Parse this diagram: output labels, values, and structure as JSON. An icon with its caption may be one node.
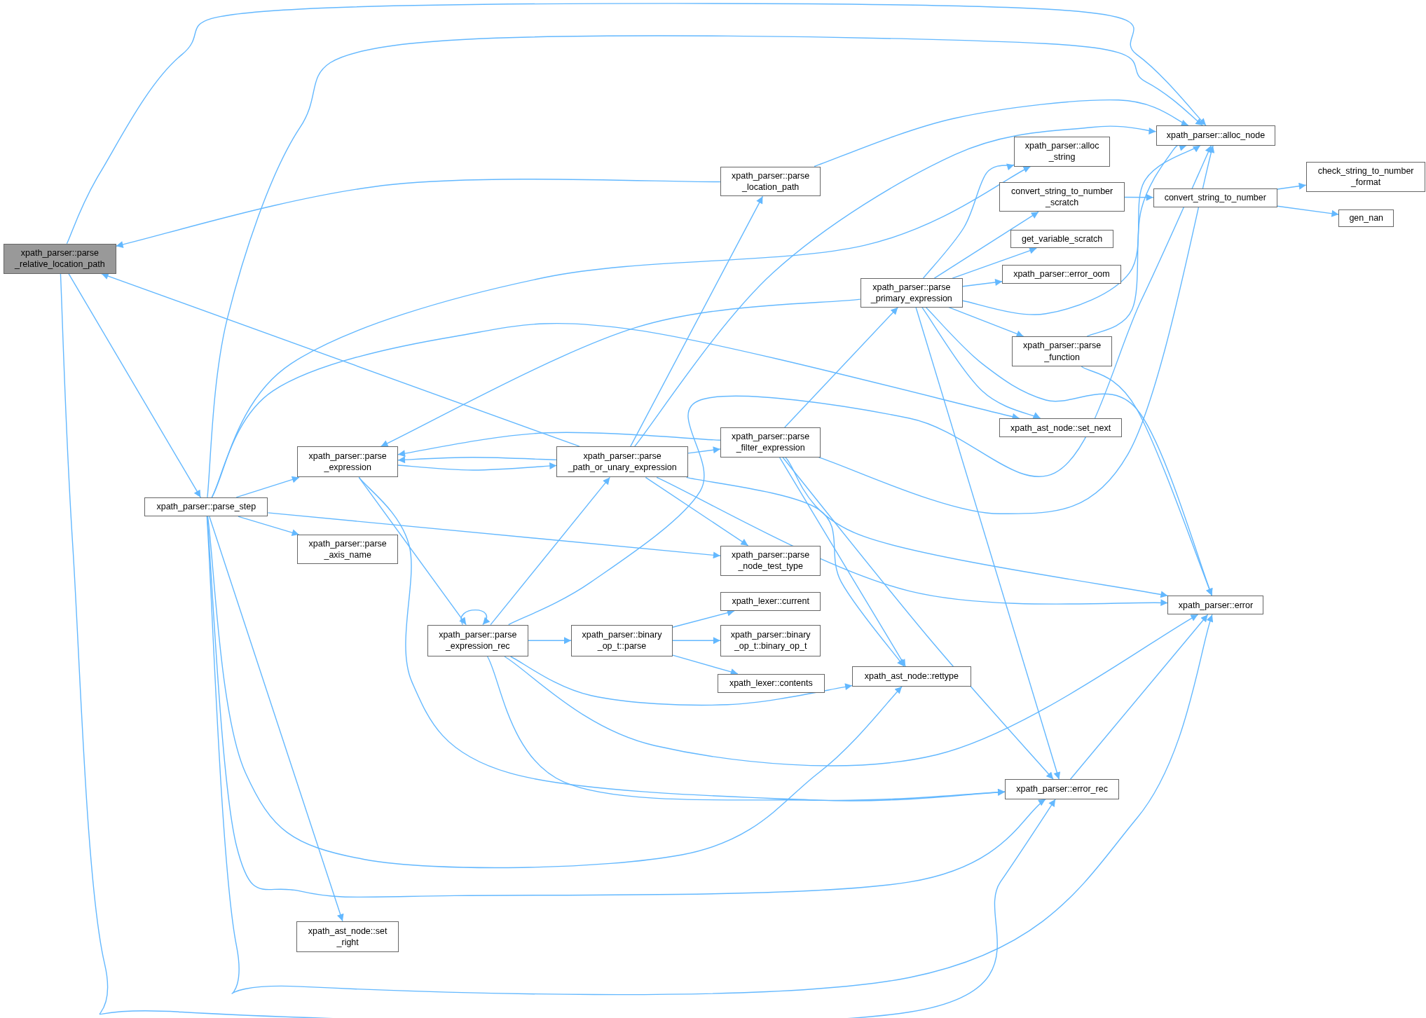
{
  "diagram": {
    "nodes": [
      {
        "text": [
          "xpath_parser::parse _relative_location_path"
        ]
      },
      {
        "text": [
          "xpath_parser::parse_step"
        ]
      },
      {
        "text": [
          "xpath_parser::parse _location_path"
        ]
      },
      {
        "text": [
          "xpath_parser::alloc_node"
        ]
      },
      {
        "text": [
          "xpath_parser::alloc _string"
        ]
      },
      {
        "text": [
          "convert_string_to_number _scratch"
        ]
      },
      {
        "text": [
          "convert_string_to_number"
        ]
      },
      {
        "text": [
          "check_string_to_number _format"
        ]
      },
      {
        "text": [
          "gen_nan"
        ]
      },
      {
        "text": [
          "get_variable_scratch"
        ]
      },
      {
        "text": [
          "xpath_parser::error_oom"
        ]
      },
      {
        "text": [
          "xpath_parser::parse _primary_expression"
        ]
      },
      {
        "text": [
          "xpath_parser::parse _function"
        ]
      },
      {
        "text": [
          "xpath_ast_node::set_next"
        ]
      },
      {
        "text": [
          "xpath_parser::parse _filter_expression"
        ]
      },
      {
        "text": [
          "xpath_parser::parse _expression"
        ]
      },
      {
        "text": [
          "xpath_parser::parse _path_or_unary_expression"
        ]
      },
      {
        "text": [
          "xpath_parser::parse _axis_name"
        ]
      },
      {
        "text": [
          "xpath_parser::parse _node_test_type"
        ]
      },
      {
        "text": [
          "xpath_parser::error"
        ]
      },
      {
        "text": [
          "xpath_lexer::current"
        ]
      },
      {
        "text": [
          "xpath_parser::parse _expression_rec"
        ]
      },
      {
        "text": [
          "xpath_parser::binary _op_t::parse"
        ]
      },
      {
        "text": [
          "xpath_parser::binary _op_t::binary_op_t"
        ]
      },
      {
        "text": [
          "xpath_lexer::contents"
        ]
      },
      {
        "text": [
          "xpath_ast_node::rettype"
        ]
      },
      {
        "text": [
          "xpath_parser::error_rec"
        ]
      },
      {
        "text": [
          "xpath_ast_node::set _right"
        ]
      }
    ],
    "edges": [
      {
        "from": 0,
        "to": 3,
        "arrow": "to"
      },
      {
        "from": 0,
        "to": 1,
        "arrow": "to"
      },
      {
        "from": 0,
        "to": 26,
        "arrow": "to"
      },
      {
        "from": 1,
        "to": 3,
        "arrow": "to"
      },
      {
        "from": 1,
        "to": 4,
        "arrow": "to"
      },
      {
        "from": 1,
        "to": 13,
        "arrow": "to"
      },
      {
        "from": 1,
        "to": 15,
        "arrow": "to"
      },
      {
        "from": 1,
        "to": 17,
        "arrow": "to"
      },
      {
        "from": 1,
        "to": 18,
        "arrow": "to"
      },
      {
        "from": 1,
        "to": 25,
        "arrow": "to"
      },
      {
        "from": 1,
        "to": 26,
        "arrow": "to"
      },
      {
        "from": 1,
        "to": 19,
        "arrow": "to"
      },
      {
        "from": 1,
        "to": 27,
        "arrow": "to"
      },
      {
        "from": 2,
        "to": 0,
        "arrow": "to"
      },
      {
        "from": 2,
        "to": 3,
        "arrow": "to"
      },
      {
        "from": 16,
        "to": 0,
        "arrow": "to"
      },
      {
        "from": 16,
        "to": 2,
        "arrow": "to"
      },
      {
        "from": 16,
        "to": 3,
        "arrow": "to"
      },
      {
        "from": 16,
        "to": 15,
        "arrow": "to"
      },
      {
        "from": 15,
        "to": 16,
        "arrow": "to"
      },
      {
        "from": 16,
        "to": 14,
        "arrow": "to"
      },
      {
        "from": 16,
        "to": 18,
        "arrow": "to"
      },
      {
        "from": 16,
        "to": 25,
        "arrow": "to"
      },
      {
        "from": 16,
        "to": 19,
        "arrow": "to"
      },
      {
        "from": 14,
        "to": 15,
        "arrow": "to"
      },
      {
        "from": 14,
        "to": 11,
        "arrow": "to"
      },
      {
        "from": 14,
        "to": 3,
        "arrow": "to"
      },
      {
        "from": 14,
        "to": 19,
        "arrow": "to"
      },
      {
        "from": 14,
        "to": 25,
        "arrow": "to"
      },
      {
        "from": 14,
        "to": 26,
        "arrow": "to"
      },
      {
        "from": 11,
        "to": 15,
        "arrow": "to"
      },
      {
        "from": 11,
        "to": 3,
        "arrow": "to"
      },
      {
        "from": 11,
        "to": 4,
        "arrow": "to"
      },
      {
        "from": 11,
        "to": 5,
        "arrow": "to"
      },
      {
        "from": 11,
        "to": 9,
        "arrow": "to"
      },
      {
        "from": 11,
        "to": 10,
        "arrow": "to"
      },
      {
        "from": 11,
        "to": 12,
        "arrow": "to"
      },
      {
        "from": 11,
        "to": 13,
        "arrow": "to"
      },
      {
        "from": 11,
        "to": 19,
        "arrow": "to"
      },
      {
        "from": 11,
        "to": 26,
        "arrow": "to"
      },
      {
        "from": 5,
        "to": 6,
        "arrow": "to"
      },
      {
        "from": 6,
        "to": 7,
        "arrow": "to"
      },
      {
        "from": 6,
        "to": 8,
        "arrow": "to"
      },
      {
        "from": 12,
        "to": 3,
        "arrow": "to"
      },
      {
        "from": 12,
        "to": 19,
        "arrow": "to"
      },
      {
        "from": 15,
        "to": 21,
        "arrow": "to"
      },
      {
        "from": 15,
        "to": 26,
        "arrow": "to"
      },
      {
        "from": 21,
        "to": 21,
        "arrow": "to"
      },
      {
        "from": 21,
        "to": 16,
        "arrow": "to"
      },
      {
        "from": 21,
        "to": 22,
        "arrow": "to"
      },
      {
        "from": 21,
        "to": 3,
        "arrow": "to"
      },
      {
        "from": 21,
        "to": 25,
        "arrow": "to"
      },
      {
        "from": 21,
        "to": 19,
        "arrow": "to"
      },
      {
        "from": 21,
        "to": 26,
        "arrow": "to"
      },
      {
        "from": 22,
        "to": 20,
        "arrow": "to"
      },
      {
        "from": 22,
        "to": 23,
        "arrow": "to"
      },
      {
        "from": 22,
        "to": 24,
        "arrow": "to"
      },
      {
        "from": 26,
        "to": 19,
        "arrow": "to"
      }
    ]
  }
}
